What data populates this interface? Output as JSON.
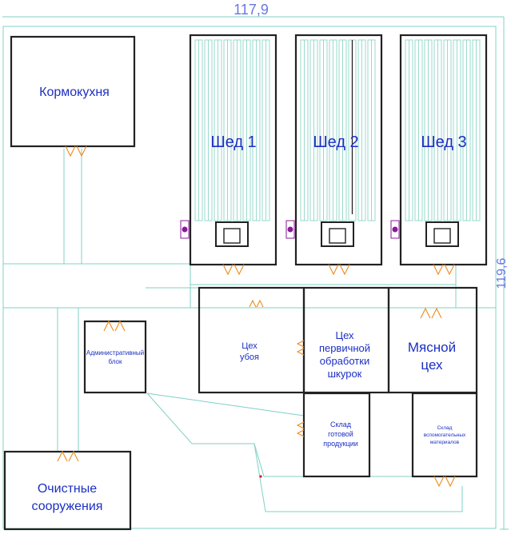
{
  "dimensions": {
    "width_label": "117,9",
    "height_label": "119,6"
  },
  "buildings": {
    "kormokuhnya": "Кормокухня",
    "shed1": "Шед 1",
    "shed2": "Шед 2",
    "shed3": "Шед 3",
    "admin": [
      "Административный",
      "блок"
    ],
    "ubo": [
      "Цех",
      "убоя"
    ],
    "shkurki": [
      "Цех",
      "первичной",
      "обработки",
      "шкурок"
    ],
    "myasnoy": [
      "Мясной",
      "цех"
    ],
    "sklad_gp": [
      "Склад",
      "готовой",
      "продукции"
    ],
    "sklad_vm": [
      "Склад",
      "вспомогательных",
      "материалов"
    ],
    "ochistnye": [
      "Очистные",
      "сооружения"
    ]
  },
  "colors": {
    "walls": "#222222",
    "roads": "#7fd0c3",
    "doors": "#ef8a1a",
    "labels": "#1c2fc4",
    "dimension_text": "#6a78e0",
    "marker": "#8a1a9a"
  }
}
